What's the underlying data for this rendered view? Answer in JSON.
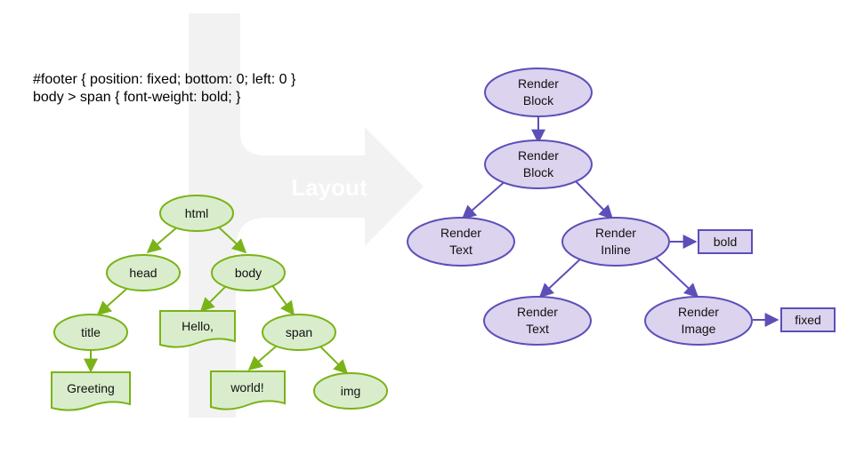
{
  "css_rules": [
    "#footer { position: fixed; bottom: 0; left: 0 }",
    "body > span { font-weight: bold; }"
  ],
  "arrow_label": "Layout",
  "colors": {
    "dom_stroke": "#7ab317",
    "dom_fill": "#d9edcc",
    "render_stroke": "#5c4fb8",
    "render_fill": "#dcd3ee",
    "arrow_shape": "#f2f2f2"
  },
  "dom_tree": {
    "html": "html",
    "head": "head",
    "body": "body",
    "title": "title",
    "hello": "Hello,",
    "span": "span",
    "greeting": "Greeting",
    "world": "world!",
    "img": "img"
  },
  "render_tree": {
    "block_root": [
      "Render",
      "Block"
    ],
    "block_body": [
      "Render",
      "Block"
    ],
    "text_hello": [
      "Render",
      "Text"
    ],
    "inline_span": [
      "Render",
      "Inline"
    ],
    "text_world": [
      "Render",
      "Text"
    ],
    "image": [
      "Render",
      "Image"
    ],
    "bold": "bold",
    "fixed": "fixed"
  }
}
